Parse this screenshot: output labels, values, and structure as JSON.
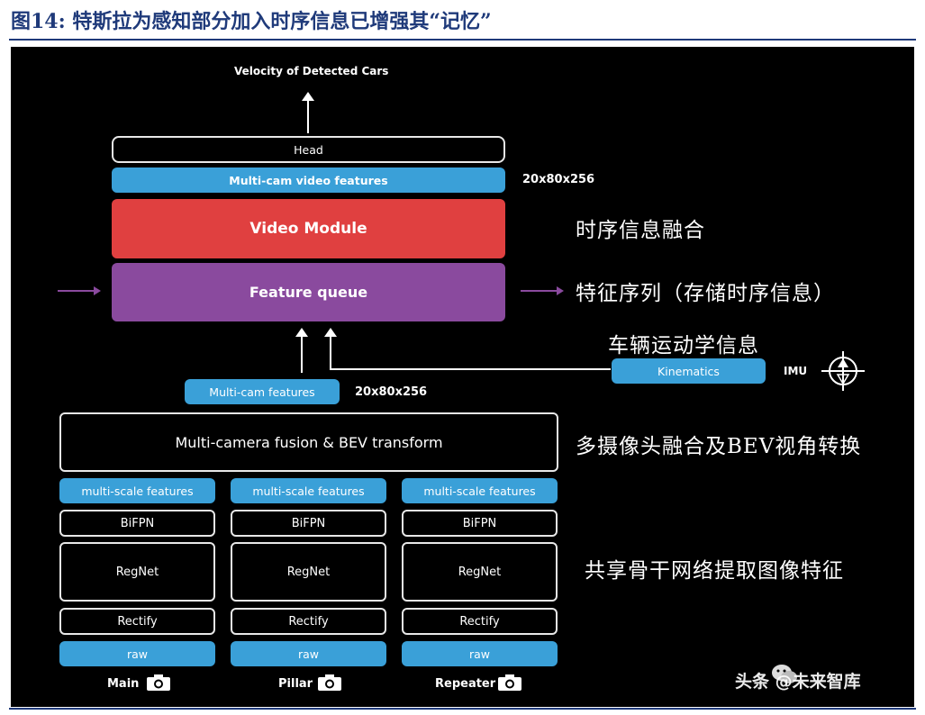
{
  "figure": {
    "title": "图14:  特斯拉为感知部分加入时序信息已增强其“记忆”"
  },
  "diagram": {
    "top_output": "Velocity of Detected Cars",
    "head": "Head",
    "multicam_video_features": "Multi-cam video features",
    "video_features_dim": "20x80x256",
    "video_module": "Video Module",
    "feature_queue": "Feature queue",
    "multicam_features": "Multi-cam features",
    "multicam_features_dim": "20x80x256",
    "kinematics": "Kinematics",
    "imu": "IMU",
    "fusion": "Multi-camera fusion & BEV transform",
    "columns": [
      {
        "features": "multi-scale features",
        "bifpn": "BiFPN",
        "regnet": "RegNet",
        "rectify": "Rectify",
        "raw": "raw",
        "camera": "Main"
      },
      {
        "features": "multi-scale features",
        "bifpn": "BiFPN",
        "regnet": "RegNet",
        "rectify": "Rectify",
        "raw": "raw",
        "camera": "Pillar"
      },
      {
        "features": "multi-scale features",
        "bifpn": "BiFPN",
        "regnet": "RegNet",
        "rectify": "Rectify",
        "raw": "raw",
        "camera": "Repeater"
      }
    ],
    "annotations": {
      "temporal_fusion": "时序信息融合",
      "feature_sequence": "特征序列（存储时序信息）",
      "vehicle_motion": "车辆运动学信息",
      "bev_fusion": "多摄像头融合及BEV视角转换",
      "backbone": "共享骨干网络提取图像特征"
    },
    "watermark": "头条 @未来智库",
    "colors": {
      "blue": "#3aa0d8",
      "red": "#e04040",
      "purple": "#8a4a9e",
      "background": "#000000"
    },
    "icons": [
      "camera-icon",
      "imu-crosshair-icon",
      "wechat-icon"
    ]
  }
}
